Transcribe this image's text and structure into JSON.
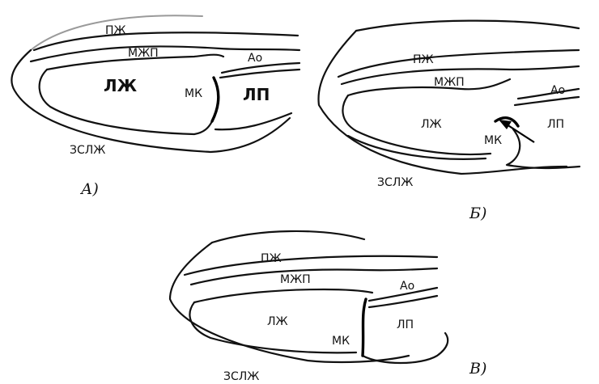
{
  "panels": [
    {
      "id": "A",
      "caption": "А)",
      "labels": {
        "pzh": "ПЖ",
        "mzhp": "МЖП",
        "ao": "Ао",
        "lzh": "ЛЖ",
        "mk": "МК",
        "lp": "ЛП",
        "zslzh": "ЗСЛЖ"
      }
    },
    {
      "id": "B",
      "caption": "Б)",
      "labels": {
        "pzh": "ПЖ",
        "mzhp": "МЖП",
        "ao": "Ао",
        "lzh": "ЛЖ",
        "mk": "МК",
        "lp": "ЛП",
        "zslzh": "ЗСЛЖ"
      }
    },
    {
      "id": "V",
      "caption": "В)",
      "labels": {
        "pzh": "ПЖ",
        "mzhp": "МЖП",
        "ao": "Ао",
        "lzh": "ЛЖ",
        "mk": "МК",
        "lp": "ЛП",
        "zslzh": "ЗСЛЖ"
      }
    }
  ]
}
